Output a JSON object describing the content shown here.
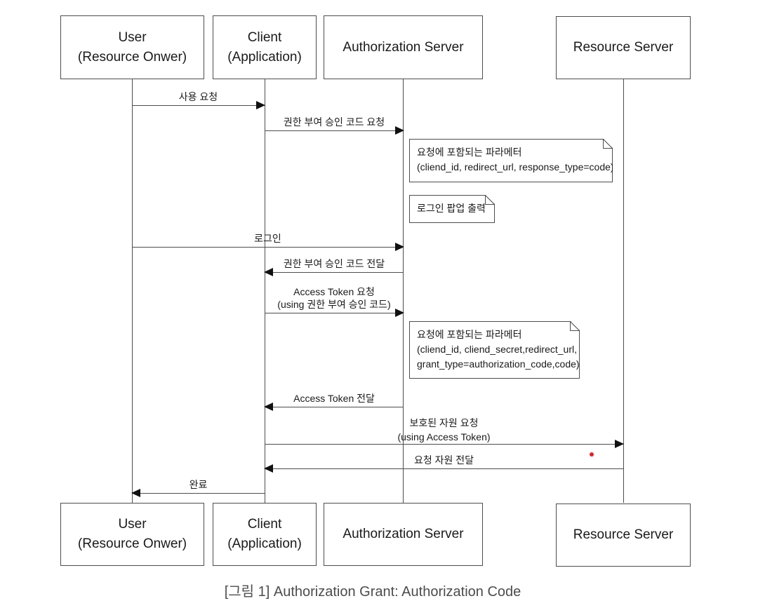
{
  "colors": {
    "line": "#4d4d4d",
    "text": "#1a1a1a",
    "arrow": "#111111",
    "caption": "#4c4c4c",
    "bg": "#ffffff",
    "marker": "#ed1c24"
  },
  "participants": [
    {
      "id": "user",
      "line1": "User",
      "line2": "(Resource Onwer)"
    },
    {
      "id": "client",
      "line1": "Client",
      "line2": "(Application)"
    },
    {
      "id": "auth",
      "line1": "Authorization Server",
      "line2": ""
    },
    {
      "id": "resource",
      "line1": "Resource Server",
      "line2": ""
    }
  ],
  "messages": [
    {
      "from": "user",
      "to": "client",
      "label": "사용 요청"
    },
    {
      "from": "client",
      "to": "auth",
      "label": "권한 부여 승인 코드 요청"
    },
    {
      "from": "user",
      "to": "auth",
      "label": "로그인"
    },
    {
      "from": "auth",
      "to": "client",
      "label": "권한 부여 승인 코드 전달"
    },
    {
      "from": "client",
      "to": "auth",
      "label": "Access Token 요청",
      "label2": "(using 권한 부여 승인 코드)"
    },
    {
      "from": "auth",
      "to": "client",
      "label": "Access Token 전달"
    },
    {
      "from": "client",
      "to": "resource",
      "label": "보호된 자원 요청",
      "label2": "(using Access Token)"
    },
    {
      "from": "resource",
      "to": "client",
      "label": "요청 자원 전달"
    },
    {
      "from": "client",
      "to": "user",
      "label": "완료"
    }
  ],
  "notes": [
    {
      "lines": [
        "요청에 포함되는 파라메터",
        "(cliend_id, redirect_url, response_type=code)"
      ]
    },
    {
      "lines": [
        "로그인 팝업 출력"
      ]
    },
    {
      "lines": [
        "요청에 포함되는 파라메터",
        "(cliend_id, cliend_secret,redirect_url,",
        "grant_type=authorization_code,code)"
      ]
    }
  ],
  "marker": {
    "color": "#ed1c24"
  },
  "caption": "[그림 1]  Authorization Grant: Authorization Code"
}
